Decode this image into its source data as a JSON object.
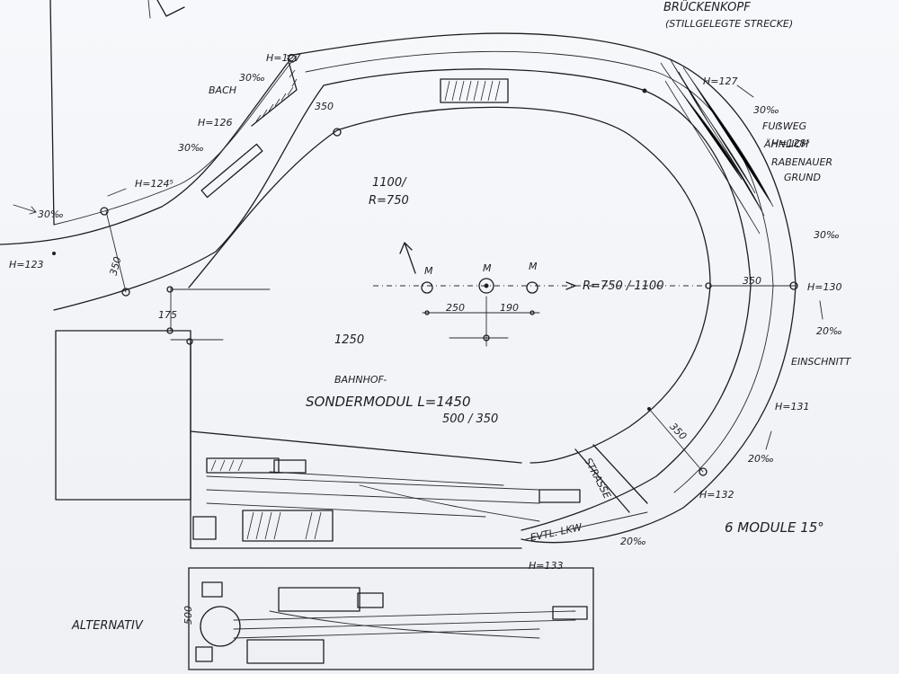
{
  "labels": {
    "brueckenkopf": "BRÜCKENKOPF",
    "stillgelegte": "(STILLGELEGTE STRECKE)",
    "h127_left": "H=127",
    "h127_right": "H=127",
    "h126": "H=126",
    "h1245": "H=124⁵",
    "h123": "H=123",
    "h1285": "H=128⁵",
    "h130": "H=130",
    "h131": "H=131",
    "h132": "H=132",
    "h133": "H=133",
    "bach": "BACH",
    "grad30_1": "30‰",
    "grad30_2": "30‰",
    "grad30_3": "30‰",
    "grad30_right": "30‰",
    "grad30_mid": "30‰",
    "grad20_1": "20‰",
    "grad20_2": "20‰",
    "grad20_3": "20‰",
    "dim350_top": "350",
    "dim350_left": "350",
    "dim350_right": "350",
    "dim350_bottom": "350",
    "radius_top": "1100/",
    "radius_top2": "R=750",
    "radius_arrow": "R=750 / 1100",
    "m1": "M",
    "m2": "M",
    "m3": "M",
    "d250": "250",
    "d190": "190",
    "d175": "175",
    "d1250": "1250",
    "fussweg1": "FUẞWEG",
    "fussweg2": "ÄHNLICH",
    "fussweg3": "RABENAUER",
    "fussweg4": "GRUND",
    "einschnitt": "EINSCHNITT",
    "bahnhof": "BAHNHOF-",
    "sondermodul": "SONDERMODUL  L=1450",
    "sondermodul_dim": "500 / 350",
    "strasse": "STRASSE",
    "module": "6 MODULE 15°",
    "alternativ": "ALTERNATIV",
    "dim500": "500",
    "evtl": "EVTL. LKW"
  }
}
